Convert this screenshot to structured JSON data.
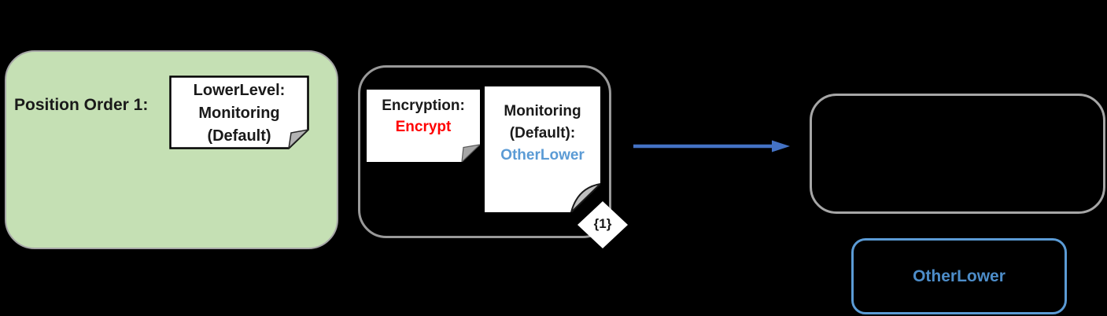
{
  "colors": {
    "background": "#000000",
    "green_fill": "#C5E0B4",
    "gray_border": "#A6A6A6",
    "mid_border": "#999999",
    "arrow_blue": "#4472C4",
    "accent_blue": "#5B9BD5",
    "value_red": "#FF0000"
  },
  "position_group": {
    "title": "Position Order 1:",
    "note": {
      "line1": "LowerLevel:",
      "line2": "Monitoring",
      "line3": "(Default)"
    }
  },
  "policy_group": {
    "encryption_note": {
      "title": "Encryption:",
      "value": "Encrypt"
    },
    "monitoring_note": {
      "line1": "Monitoring",
      "line2": "(Default):",
      "value": "OtherLower"
    },
    "multiplicity_badge": "{1}"
  },
  "result_group": {
    "other_lower_label": "OtherLower"
  }
}
